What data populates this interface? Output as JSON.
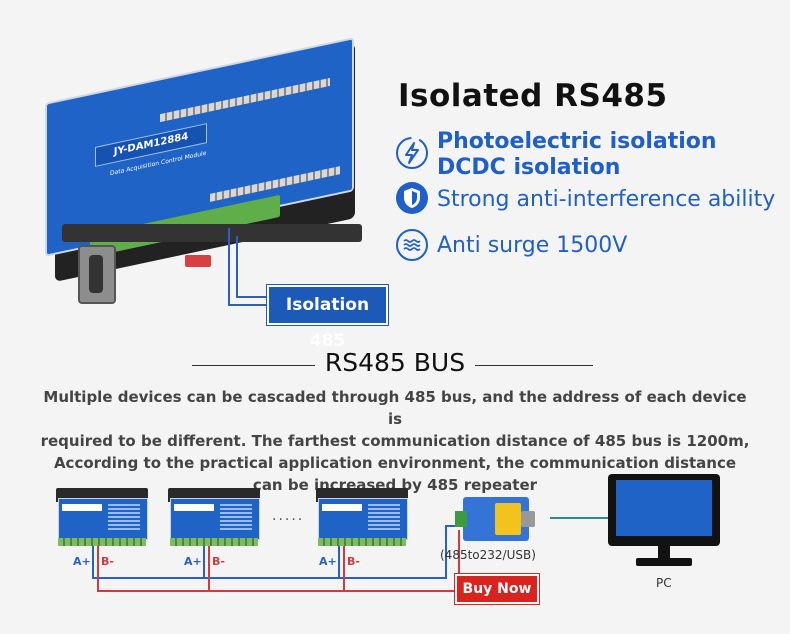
{
  "device": {
    "model_label": "JY-DAM12884",
    "sub_label": "Data Acquisition Control Module"
  },
  "callout": {
    "label": "Isolation 485"
  },
  "heading": "Isolated RS485",
  "features": [
    {
      "icon": "lightning-icon",
      "lines": [
        "Photoelectric isolation",
        "DCDC isolation"
      ]
    },
    {
      "icon": "shield-icon",
      "lines": [
        "Strong anti-interference ability"
      ]
    },
    {
      "icon": "wave-icon",
      "lines": [
        "Anti surge 1500V"
      ]
    }
  ],
  "bus": {
    "title": "RS485 BUS",
    "description": [
      "Multiple devices can be cascaded through 485 bus, and the address of each device is",
      "required to be different. The farthest communication distance of 485 bus is 1200m,",
      "According to the practical application environment, the communication distance",
      "can be increased by 485 repeater"
    ]
  },
  "diagram": {
    "a_label": "A+",
    "b_label": "B-",
    "ellipsis": ".....",
    "converter_label": "(485to232/USB)",
    "buy_label": "Buy Now",
    "pc_label": "PC"
  },
  "colors": {
    "accent_blue": "#1f5fc8",
    "wire_red": "#d23b3b",
    "buy_red": "#d8231f"
  }
}
